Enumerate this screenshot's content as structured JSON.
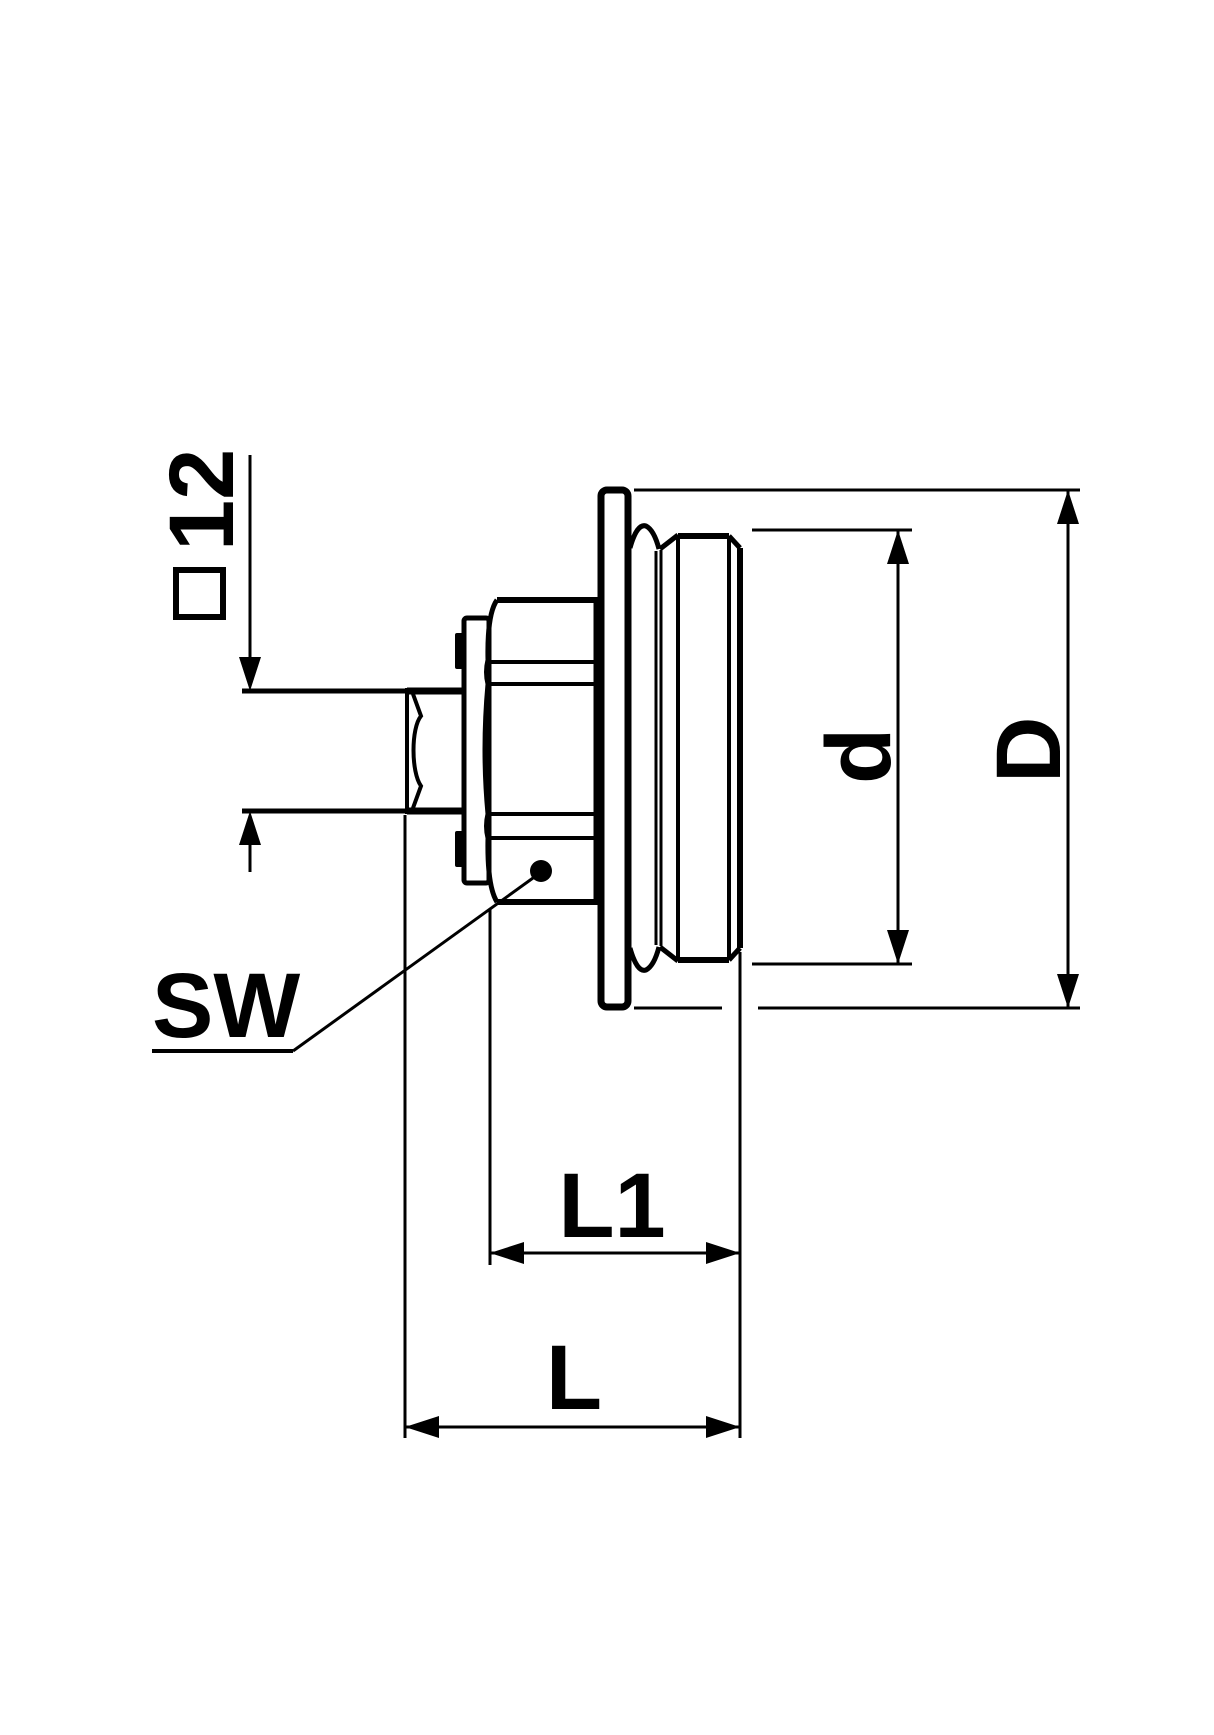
{
  "drawing": {
    "type": "technical-dimension-drawing",
    "background_color": "#ffffff",
    "line_color": "#000000",
    "parts": [
      "square-tube",
      "press-olive",
      "washer",
      "hex-nut",
      "flange",
      "body-cylinder"
    ]
  },
  "labels": {
    "square_width": "12",
    "wrench_size": "SW",
    "body_diameter": "d",
    "flange_diameter": "D",
    "insert_length": "L1",
    "total_length": "L"
  }
}
